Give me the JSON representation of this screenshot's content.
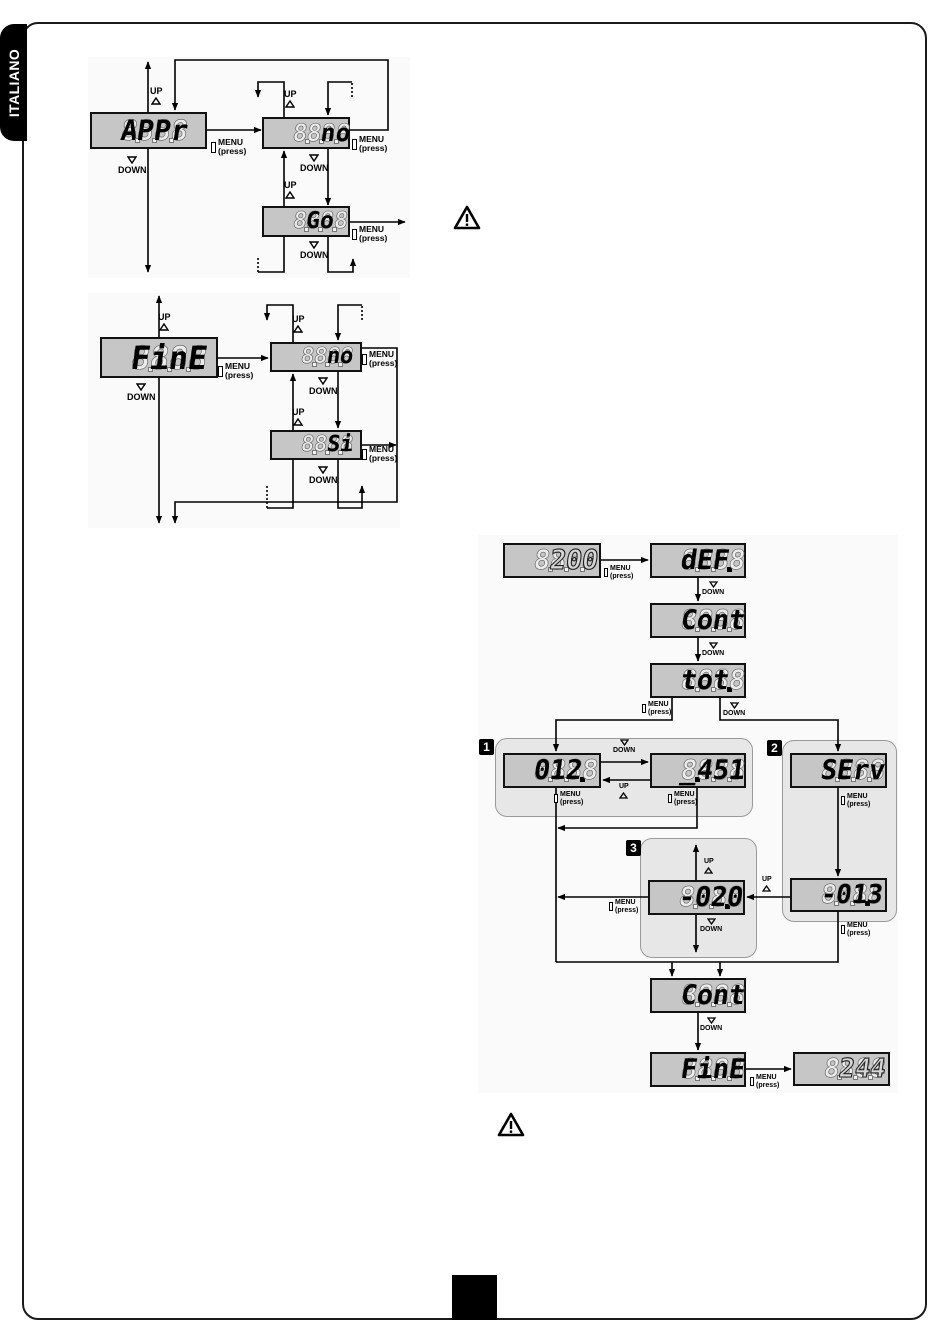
{
  "page": {
    "language_tab": "ITALIANO"
  },
  "labels": {
    "up": "UP",
    "down": "DOWN",
    "menu": "MENU",
    "press": "(press)"
  },
  "learning_diagram": {
    "displays": {
      "appr": {
        "chars": [
          "A",
          "P",
          "P",
          "r"
        ],
        "dots": [
          false,
          false,
          false
        ]
      },
      "no": {
        "chars": [
          "",
          "",
          "n",
          "o"
        ],
        "dots": [
          false,
          false,
          false
        ]
      },
      "go": {
        "chars": [
          "",
          "G",
          "o",
          ""
        ],
        "dots": [
          false,
          false,
          false
        ]
      }
    }
  },
  "end_diagram": {
    "displays": {
      "fine": {
        "chars": [
          "F",
          "i",
          "n",
          "E"
        ],
        "dots": [
          false,
          false,
          false
        ]
      },
      "no": {
        "chars": [
          "",
          "",
          "n",
          "o"
        ],
        "dots": [
          false,
          false,
          false
        ]
      },
      "si": {
        "chars": [
          "",
          "",
          "S",
          "i"
        ],
        "dots": [
          false,
          false,
          false
        ]
      }
    }
  },
  "counter_diagram": {
    "panels": [
      {
        "number": "1"
      },
      {
        "number": "2"
      },
      {
        "number": "3"
      }
    ],
    "displays": {
      "start": {
        "chars": [
          "",
          "2",
          "0",
          "0"
        ],
        "dots": [
          false,
          false,
          false
        ],
        "dim": true
      },
      "def": {
        "chars": [
          "d",
          "E",
          "F",
          ""
        ],
        "dots": [
          false,
          false,
          true
        ]
      },
      "cont": {
        "chars": [
          "C",
          "o",
          "n",
          "t"
        ],
        "dots": [
          false,
          false,
          false
        ]
      },
      "tot": {
        "chars": [
          "t",
          "o",
          "t",
          ""
        ],
        "dots": [
          false,
          false,
          true
        ]
      },
      "total_low": {
        "chars": [
          "0",
          "1",
          "2",
          ""
        ],
        "dots": [
          false,
          false,
          true
        ]
      },
      "total_high": {
        "chars": [
          "_",
          "4",
          "5",
          "1"
        ],
        "dots": [
          true,
          false,
          false
        ]
      },
      "serv": {
        "chars": [
          "S",
          "E",
          "r",
          "v"
        ],
        "dots": [
          false,
          false,
          false
        ]
      },
      "serv_value": {
        "chars": [
          "-",
          "0",
          "1",
          "3"
        ],
        "dots": [
          false,
          false,
          true
        ]
      },
      "serv_edit": {
        "chars": [
          "-",
          "0",
          "2",
          "0"
        ],
        "dots": [
          false,
          false,
          true
        ]
      },
      "cont_return": {
        "chars": [
          "C",
          "o",
          "n",
          "t"
        ],
        "dots": [
          false,
          false,
          false
        ]
      },
      "fine": {
        "chars": [
          "F",
          "i",
          "n",
          "E"
        ],
        "dots": [
          false,
          false,
          false
        ]
      },
      "exit": {
        "chars": [
          "",
          "2",
          "4",
          "4"
        ],
        "dots": [
          false,
          false,
          false
        ],
        "dim": true
      }
    }
  }
}
